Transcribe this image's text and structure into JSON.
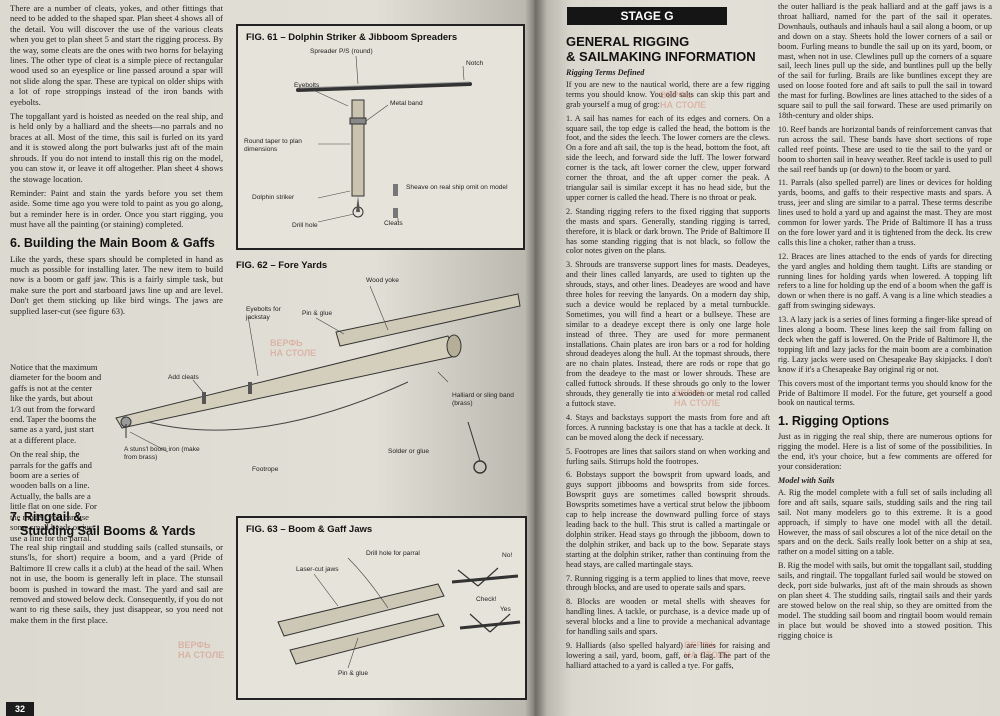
{
  "left": {
    "page_number": "32",
    "intro_paras": [
      "There are a number of cleats, yokes, and other fittings that need to be added to the shaped spar. Plan sheet 4 shows all of the detail. You will discover the use of the various cleats when you get to plan sheet 5 and start the rigging process. By the way, some cleats are the ones with two horns for belaying lines. The other type of cleat is a simple piece of rectangular wood used so an eyesplice or line passed around a spar will not slide along the spar. These are typical on older ships with a lot of rope stroppings instead of the iron bands with eyebolts.",
      "The topgallant yard is hoisted as needed on the real ship, and is held only by a halliard and the sheets—no parrals and no braces at all. Most of the time, this sail is furled on its yard and it is stowed along the port bulwarks just aft of the main shrouds. If you do not intend to install this rig on the model, you can stow it, or leave it off altogether. Plan sheet 4 shows the stowage location.",
      "Reminder: Paint and stain the yards before you set them aside. Some time ago you were told to paint as you go along, but a reminder here is in order. Once you start rigging, you must have all the painting (or staining) completed."
    ],
    "section6_title": "6. Building the Main Boom & Gaffs",
    "section6_paras": [
      "Like the yards, these spars should be completed in hand as much as possible for installing later. The new item to build now is a boom or gaff jaw. This is a fairly simple task, but make sure the port and starboard jaws line up and are level. Don't get them sticking up like bird wings. The jaws are supplied laser-cut (see figure 63).",
      "Notice that the maximum diameter for the boom and gaffs is not at the center like the yards, but about 1/3 out from the forward end. Taper the booms the same as a yard, just start at a different place.",
      "On the real ship, the parrals for the gaffs and boom are a series of wooden balls on a line. Actually, the balls are a little flat on one side. For the model, you can use some small beads or just use a line for the parral."
    ],
    "section7_title_line1": "7. Ringtail &",
    "section7_title_line2": "Studding Sail Booms & Yards",
    "section7_paras": [
      "The real ship ringtail and studding sails (called stunsails, or stuns'ls, for short) require a boom, and a yard (Pride of Baltimore II crew calls it a club) at the head of the sail. When not in use, the boom is generally left in place. The stunsail boom is pushed in toward the mast. The yard and sail are removed and stowed below deck. Consequently, if you do not want to rig these sails, they just disappear, so you need not make them in the first place."
    ],
    "fig61": {
      "title": "FIG. 61 – Dolphin Striker & Jibboom Spreaders",
      "labels": [
        "Spreader P/S (round)",
        "Notch",
        "Eyebolts",
        "Metal band",
        "Round taper to plan dimensions",
        "Dolphin striker",
        "Sheave on real ship omit on model",
        "Cleats",
        "Drill hole"
      ]
    },
    "fig62": {
      "title": "FIG. 62 – Fore Yards",
      "labels": [
        "Wood yoke",
        "Pin & glue",
        "Eyebolts for jackstay",
        "Add cleats",
        "Halliard or sling band (brass)",
        "A stuns'l boom iron (make from brass)",
        "Footrope",
        "Solder or glue"
      ]
    },
    "fig63": {
      "title": "FIG. 63 – Boom & Gaff Jaws",
      "labels": [
        "Drill hole for parral",
        "Laser-cut jaws",
        "No!",
        "Check!",
        "Yes",
        "Pin & glue"
      ]
    }
  },
  "right": {
    "stage": "STAGE G",
    "heading_line1": "GENERAL RIGGING",
    "heading_line2": "& SAILMAKING INFORMATION",
    "subheading": "Rigging Terms Defined",
    "mid_paras": [
      "If you are new to the nautical world, there are a few rigging terms you should know. You old salts can skip this part and grab yourself a mug of grog:",
      "1. A sail has names for each of its edges and corners. On a square sail, the top edge is called the head, the bottom is the foot, and the sides the leech. The lower corners are the clews. On a fore and aft sail, the top is the head, bottom the foot, aft side the leech, and forward side the luff. The lower forward corner is the tack, aft lower corner the clew, upper forward corner the throat, and the aft upper corner the peak. A triangular sail is similar except it has no head side, but the upper corner is called the head. There is no throat or peak.",
      "2. Standing rigging refers to the fixed rigging that supports the masts and spars. Generally, standing rigging is tarred, therefore, it is black or dark brown. The Pride of Baltimore II has some standing rigging that is not black, so follow the color notes given on the plans.",
      "3. Shrouds are transverse support lines for masts. Deadeyes, and their lines called lanyards, are used to tighten up the shrouds, stays, and other lines. Deadeyes are wood and have three holes for reeving the lanyards. On a modern day ship, such a device would be replaced by a metal turnbuckle. Sometimes, you will find a heart or a bullseye. These are similar to a deadeye except there is only one large hole instead of three. They are used for more permanent installations. Chain plates are iron bars or a rod for holding shroud deadeyes along the hull. At the topmast shrouds, there are no chain plates. Instead, there are rods or rope that go from the deadeye to the mast or lower shrouds. These are called futtock shrouds. If these shrouds go only to the lower shrouds, they generally tie into a wooden or metal rod called a futtock stave.",
      "4. Stays and backstays support the masts from fore and aft forces. A running backstay is one that has a tackle at deck. It can be moved along the deck if necessary.",
      "5. Footropes are lines that sailors stand on when working and furling sails. Stirrups hold the footropes.",
      "6. Bobstays support the bowsprit from upward loads, and guys support jibbooms and bowsprits from side forces. Bowsprit guys are sometimes called bowsprit shrouds. Bowsprits sometimes have a vertical strut below the jibboom cap to help increase the downward pulling force of stays leading back to the hull. This strut is called a martingale or dolphin striker. Head stays go through the jibboom, down to the dolphin striker, and back up to the bow. Separate stays starting at the dolphin striker, rather than continuing from the head stays, are called martingale stays.",
      "7. Running rigging is a term applied to lines that move, reeve through blocks, and are used to operate sails and spars.",
      "8. Blocks are wooden or metal shells with sheaves for handling lines. A tackle, or purchase, is a device made up of several blocks and a line to provide a mechanical advantage for handling sails and spars.",
      "9. Halliards (also spelled halyard) are lines for raising and lowering a sail, yard, boom, gaff, or a flag. The part of the halliard attached to a yard is called a tye. For gaffs,"
    ],
    "right_paras": [
      "the outer halliard is the peak halliard and at the gaff jaws is a throat halliard, named for the part of the sail it operates. Downhauls, outhauls and inhauls haul a sail along a boom, or up and down on a stay. Sheets hold the lower corners of a sail or boom. Furling means to bundle the sail up on its yard, boom, or mast, when not in use. Clewlines pull up the corners of a square sail, leech lines pull up the side, and buntlines pull up the belly of the sail for furling. Brails are like buntlines except they are used on loose footed fore and aft sails to pull the sail in toward the mast for furling. Bowlines are lines attached to the sides of a square sail to pull the sail forward. These are used primarily on 18th-century and older ships.",
      "10. Reef bands are horizontal bands of reinforcement canvas that run across the sail. These bands have short sections of rope called reef points. These are used to tie the sail to the yard or boom to shorten sail in heavy weather. Reef tackle is used to pull the sail reef bands up (or down) to the boom or yard.",
      "11. Parrals (also spelled parrel) are lines or devices for holding yards, booms, and gaffs to their respective masts and spars. A truss, jeer and sling are similar to a parral. These terms describe lines used to hold a yard up and against the mast. They are most common for lower yards. The Pride of Baltimore II has a truss on the fore lower yard and it is tightened from the deck. Its crew calls this line a choker, rather than a truss.",
      "12. Braces are lines attached to the ends of yards for directing the yard angles and holding them taught. Lifts are standing or running lines for holding yards when lowered. A topping lift refers to a line for holding up the end of a boom when the gaff is down or when there is no gaff. A vang is a line which steadies a gaff from swinging sideways.",
      "13. A lazy jack is a series of lines forming a finger-like spread of lines along a boom. These lines keep the sail from falling on deck when the gaff is lowered. On the Pride of Baltimore II, the topping lift and lazy jacks for the main boom are a combination rig. Lazy jacks were used on Chesapeake Bay skipjacks. I don't know if it's a Chesapeake Bay original rig or not.",
      "This covers most of the important terms you should know for the Pride of Baltimore II model. For the future, get yourself a good book on nautical terms."
    ],
    "section1_title": "1. Rigging Options",
    "section1_paras": [
      "Just as in rigging the real ship, there are numerous options for rigging the model. Here is a list of some of the possibilities. In the end, it's your choice, but a few comments are offered for your consideration:"
    ],
    "model_sails_title": "Model with Sails",
    "model_sails_paras": [
      "A. Rig the model complete with a full set of sails including all fore and aft sails, square sails, studding sails and the ring tail sail. Not many modelers go to this extreme. It is a good approach, if simply to have one model with all the detail. However, the mass of sail obscures a lot of the nice detail on the spars and on the deck. Sails really look better on a ship at sea, rather on a model sitting on a table.",
      "B. Rig the model with sails, but omit the topgallant sail, studding sails, and ringtail. The topgallant furled sail would be stowed on deck, port side bulwarks, just aft of the main shrouds as shown on plan sheet 4. The studding sails, ringtail sails and their yards are stowed below on the real ship, so they are omitted from the model. The studding sail boom and ringtail boom would remain in place but would be shoved into a stowed position. This rigging choice is"
    ]
  },
  "watermark": {
    "line1": "ВЕРФЬ",
    "line2": "НА СТОЛЕ"
  },
  "colors": {
    "paper": "#e2e0d6",
    "ink": "#222222",
    "stage_bar": "#151515",
    "watermark": "#c84632"
  }
}
